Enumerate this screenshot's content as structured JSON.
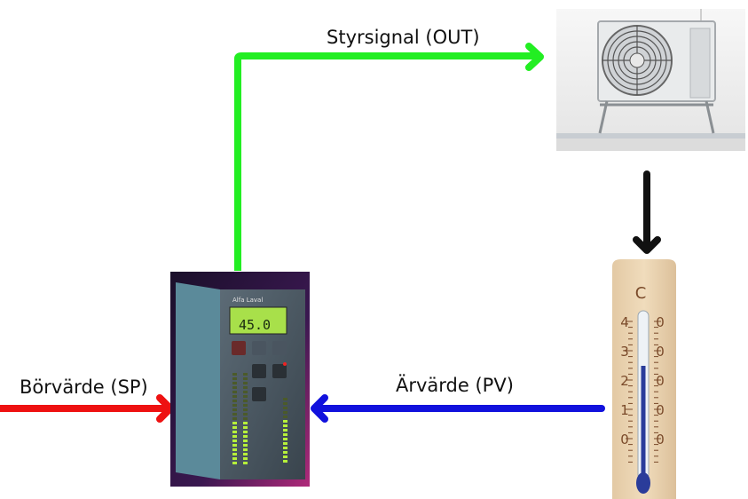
{
  "labels": {
    "control_signal": "Styrsignal (OUT)",
    "setpoint": "Börvärde (SP)",
    "process_value": "Ärvärde (PV)"
  },
  "controller": {
    "brand": "Alfa Laval",
    "display_value": "45.0"
  },
  "thermometer": {
    "unit": "C",
    "scale_left": [
      "4",
      "3",
      "2",
      "1",
      "0"
    ],
    "scale_right": [
      "0",
      "0",
      "0",
      "0",
      "0"
    ]
  },
  "colors": {
    "control_signal": "#22ee22",
    "setpoint": "#ee1111",
    "process_value": "#1111dd",
    "actuation": "#111111"
  },
  "icons": {
    "controller": "pid-controller-unit",
    "actuator": "air-conditioner-outdoor-unit",
    "sensor": "wall-thermometer"
  }
}
